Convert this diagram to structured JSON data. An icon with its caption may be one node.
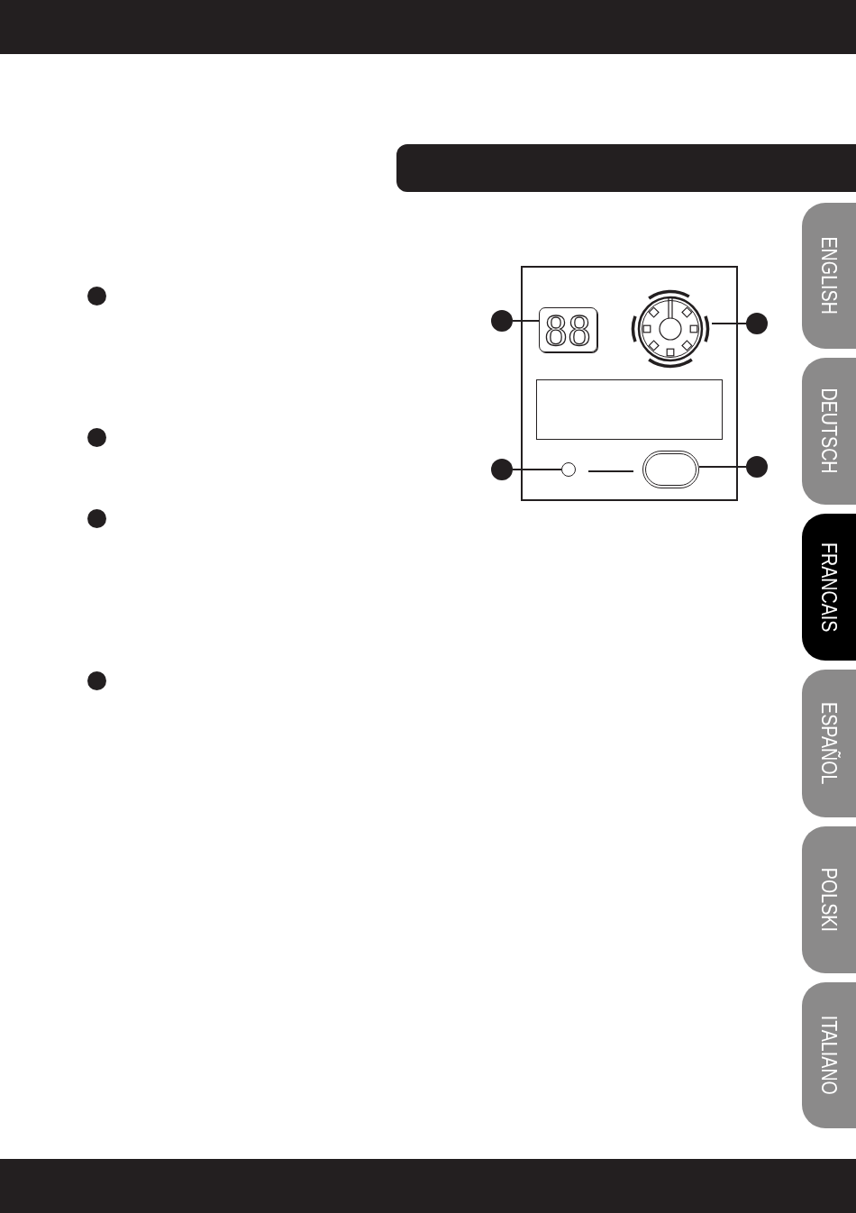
{
  "diagram": {
    "nodes": [
      {
        "text": [],
        "shape": "bar"
      },
      {
        "text": [],
        "shape": "box"
      },
      {
        "text": [],
        "shape": "circle"
      },
      {
        "text": [
          "88"
        ],
        "in": 1
      },
      {
        "text": [],
        "shape": "picture",
        "in": 1
      },
      {
        "text": [],
        "shape": "circle"
      },
      {
        "text": [],
        "shape": "box",
        "in": 1
      },
      {
        "text": [],
        "shape": "circle"
      },
      {
        "text": [],
        "shape": "circle",
        "in": 1
      },
      {
        "text": [],
        "shape": "box",
        "in": 1
      },
      {
        "text": [],
        "shape": "circle"
      },
      {
        "text": [],
        "shape": "circle"
      },
      {
        "text": [],
        "shape": "circle"
      },
      {
        "text": [],
        "shape": "circle"
      },
      {
        "text": [],
        "shape": "circle"
      },
      {
        "text": [
          "ENGLISH"
        ]
      },
      {
        "text": [
          "DEUTSCH"
        ]
      },
      {
        "text": [
          "FRANCAIS"
        ]
      },
      {
        "text": [
          "ESPAÑOL"
        ]
      },
      {
        "text": [
          "POLSKI"
        ]
      },
      {
        "text": [
          "ITALIANO"
        ]
      }
    ],
    "edges": [
      {
        "from": 2,
        "to": 3,
        "arrow": "none"
      },
      {
        "from": 5,
        "to": 4,
        "arrow": "none"
      },
      {
        "from": 7,
        "to": 8,
        "arrow": "none"
      },
      {
        "from": 10,
        "to": 9,
        "arrow": "none"
      }
    ]
  }
}
